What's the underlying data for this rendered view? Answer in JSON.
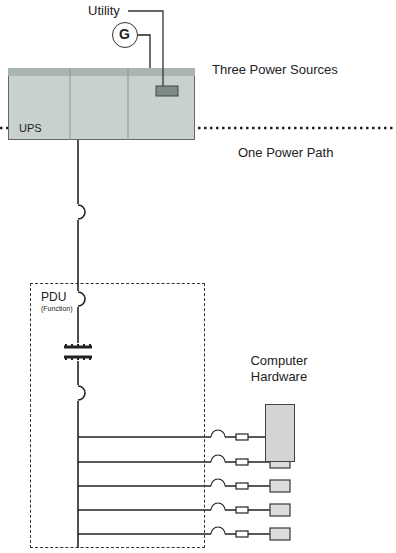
{
  "diagram": {
    "nodes": [
      {
        "text": [
          "G"
        ]
      },
      {
        "text": [
          "UPS"
        ]
      },
      {
        "text": [
          "PDU",
          "(Function)"
        ]
      },
      {
        "text": [
          "Computer Hardware"
        ]
      }
    ],
    "edges": [
      {
        "from": 0,
        "to": 1,
        "arrow": "none"
      },
      {
        "from": 1,
        "to": 2,
        "arrow": "none"
      },
      {
        "from": 2,
        "to": 3,
        "arrow": "none"
      }
    ],
    "labels": [
      "Utility",
      "Three Power Sources",
      "One Power Path"
    ]
  }
}
